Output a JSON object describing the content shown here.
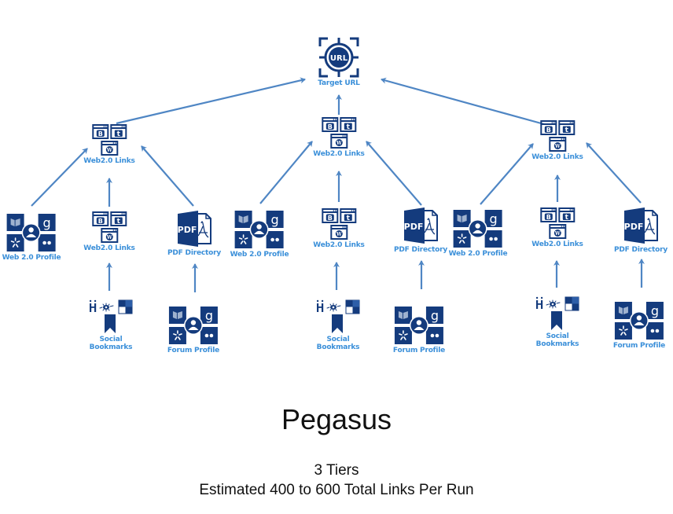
{
  "colors": {
    "icon_navy": "#143b7d",
    "label_blue": "#3a8fd9",
    "arrow_blue": "#4f86c4"
  },
  "diagram": {
    "target": {
      "label": "Target URL",
      "icon": "target-url-icon"
    },
    "tier1": [
      {
        "label": "Web2.0 Links",
        "icon": "web20-links-icon"
      },
      {
        "label": "Web2.0 Links",
        "icon": "web20-links-icon"
      },
      {
        "label": "Web2.0 Links",
        "icon": "web20-links-icon"
      }
    ],
    "tier2": [
      {
        "label": "Web 2.0 Profile",
        "icon": "web20-profile-icon"
      },
      {
        "label": "Web2.0 Links",
        "icon": "web20-links-icon"
      },
      {
        "label": "PDF Directory",
        "icon": "pdf-directory-icon"
      },
      {
        "label": "Web 2.0 Profile",
        "icon": "web20-profile-icon"
      },
      {
        "label": "Web2.0 Links",
        "icon": "web20-links-icon"
      },
      {
        "label": "PDF Directory",
        "icon": "pdf-directory-icon"
      },
      {
        "label": "Web 2.0 Profile",
        "icon": "web20-profile-icon"
      },
      {
        "label": "Web2.0 Links",
        "icon": "web20-links-icon"
      },
      {
        "label": "PDF Directory",
        "icon": "pdf-directory-icon"
      }
    ],
    "tier3": [
      {
        "label_line1": "Social",
        "label_line2": "Bookmarks",
        "icon": "social-bookmarks-icon"
      },
      {
        "label": "Forum Profile",
        "icon": "forum-profile-icon"
      },
      {
        "label_line1": "Social",
        "label_line2": "Bookmarks",
        "icon": "social-bookmarks-icon"
      },
      {
        "label": "Forum Profile",
        "icon": "forum-profile-icon"
      },
      {
        "label_line1": "Social",
        "label_line2": "Bookmarks",
        "icon": "social-bookmarks-icon"
      },
      {
        "label": "Forum Profile",
        "icon": "forum-profile-icon"
      }
    ]
  },
  "footer": {
    "title": "Pegasus",
    "tiers": "3 Tiers",
    "estimate": "Estimated 400 to 600 Total Links Per Run"
  }
}
